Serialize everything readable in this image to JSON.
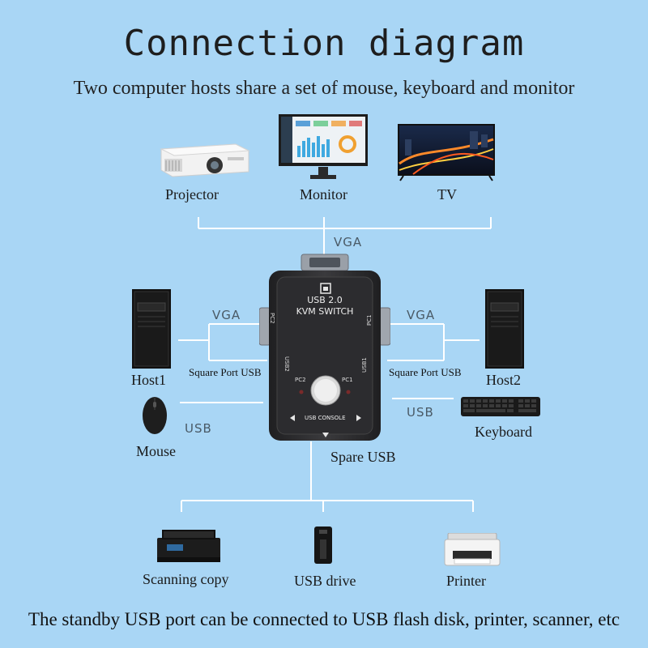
{
  "title": "Connection diagram",
  "subtitle": "Two computer hosts share a set of mouse, keyboard and monitor",
  "outputs": {
    "projector": "Projector",
    "monitor": "Monitor",
    "tv": "TV"
  },
  "vga_top": "VGA",
  "switch": {
    "line1": "USB 2.0",
    "line2": "KVM SWITCH",
    "pc1": "PC1",
    "pc2": "PC2",
    "usb1": "USB1",
    "usb2": "USB2",
    "side_pc1": "PC1",
    "side_pc2": "PC2",
    "console": "USB CONSOLE"
  },
  "left": {
    "host": "Host1",
    "vga": "VGA",
    "square_port": "Square Port USB",
    "usb": "USB",
    "mouse": "Mouse"
  },
  "right": {
    "host": "Host2",
    "vga": "VGA",
    "square_port": "Square Port USB",
    "usb": "USB",
    "keyboard": "Keyboard"
  },
  "spare_usb": "Spare  USB",
  "peripherals": {
    "scanner": "Scanning copy",
    "usb_drive": "USB drive",
    "printer": "Printer"
  },
  "footer": "The standby USB port can be connected to USB flash disk, printer, scanner, etc",
  "colors": {
    "background": "#a9d6f5",
    "line": "#ffffff",
    "device": "#2a2a2c"
  }
}
